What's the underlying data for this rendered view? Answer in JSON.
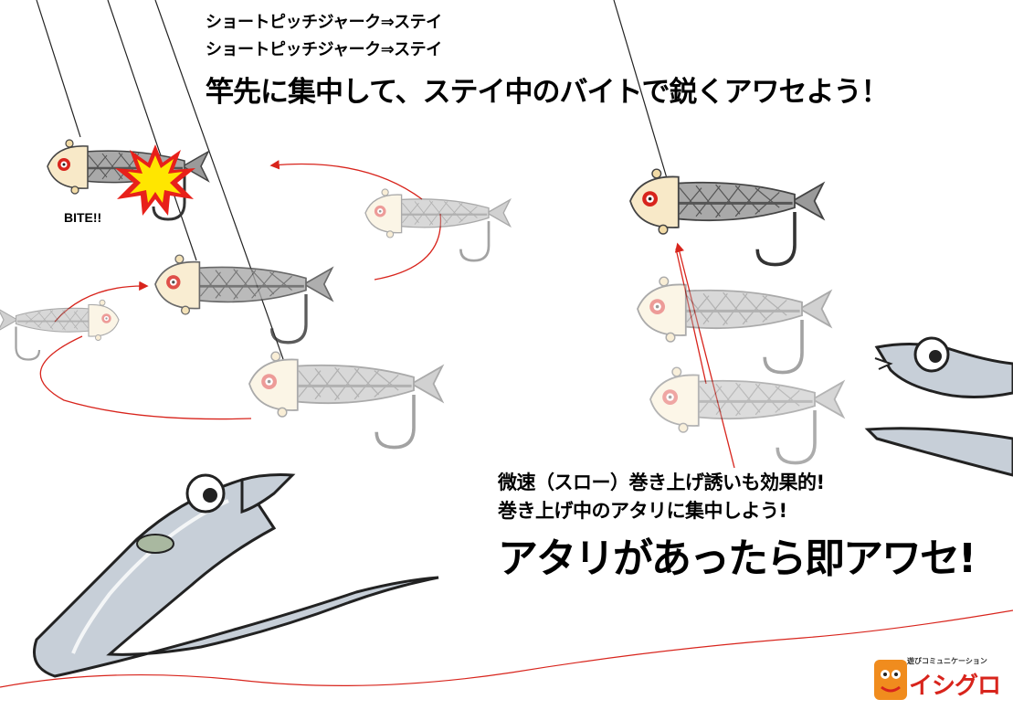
{
  "header": {
    "line1": "ショートピッチジャーク⇒ステイ",
    "line2": "ショートピッチジャーク⇒ステイ",
    "headline": "竿先に集中して、ステイ中のバイトで鋭くアワセよう！"
  },
  "bite_label": "BITE!!",
  "right_caption": {
    "line1": "微速（スロー）巻き上げ誘いも効果的!",
    "line2": "巻き上げ中のアタリに集中しよう!",
    "headline": "アタリがあったら即アワセ!"
  },
  "logo": {
    "tagline": "遊びコミュニケーション",
    "name": "イシグロ"
  },
  "colors": {
    "arrow": "#d8241c",
    "burst_outer": "#e8201a",
    "burst_inner": "#ffe600",
    "lure_head": "#f8e9c8",
    "lure_body": "#a9a9a9",
    "fish_body": "#b8c2cc"
  }
}
